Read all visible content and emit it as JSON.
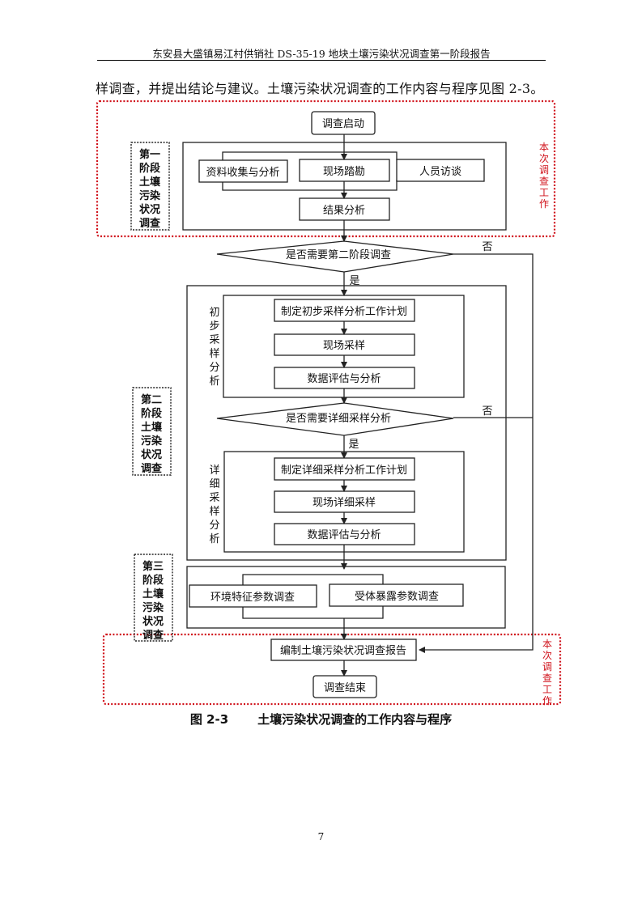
{
  "header": {
    "title": "东安县大盛镇易江村供销社 DS-35-19 地块土壤污染状况调查第一阶段报告"
  },
  "lead_text": "样调查，并提出结论与建议。土壤污染状况调查的工作内容与程序见图 2-3。",
  "flowchart": {
    "scope_label": "本次调查工作",
    "stage1": {
      "label": "第一阶段土壤污染状况调查",
      "start": "调查启动",
      "tasks": [
        "资料收集与分析",
        "现场踏勘",
        "人员访谈"
      ],
      "result": "结果分析"
    },
    "decision1": {
      "text": "是否需要第二阶段调查",
      "yes": "是",
      "no": "否"
    },
    "stage2": {
      "label": "第二阶段土壤污染状况调查",
      "initial": {
        "label": "初步采样分析",
        "steps": [
          "制定初步采样分析工作计划",
          "现场采样",
          "数据评估与分析"
        ]
      },
      "decision": {
        "text": "是否需要详细采样分析",
        "yes": "是",
        "no": "否"
      },
      "detailed": {
        "label": "详细采样分析",
        "steps": [
          "制定详细采样分析工作计划",
          "现场详细采样",
          "数据评估与分析"
        ]
      }
    },
    "stage3": {
      "label": "第三阶段土壤污染状况调查",
      "tasks": [
        "环境特征参数调查",
        "受体暴露参数调查"
      ]
    },
    "report": "编制土壤污染状况调查报告",
    "end": "调查结束",
    "colors": {
      "scope": "#d0121b",
      "line": "#222222"
    }
  },
  "caption": {
    "number": "图 2-3",
    "title": "土壤污染状况调查的工作内容与程序"
  },
  "page_number": "7"
}
